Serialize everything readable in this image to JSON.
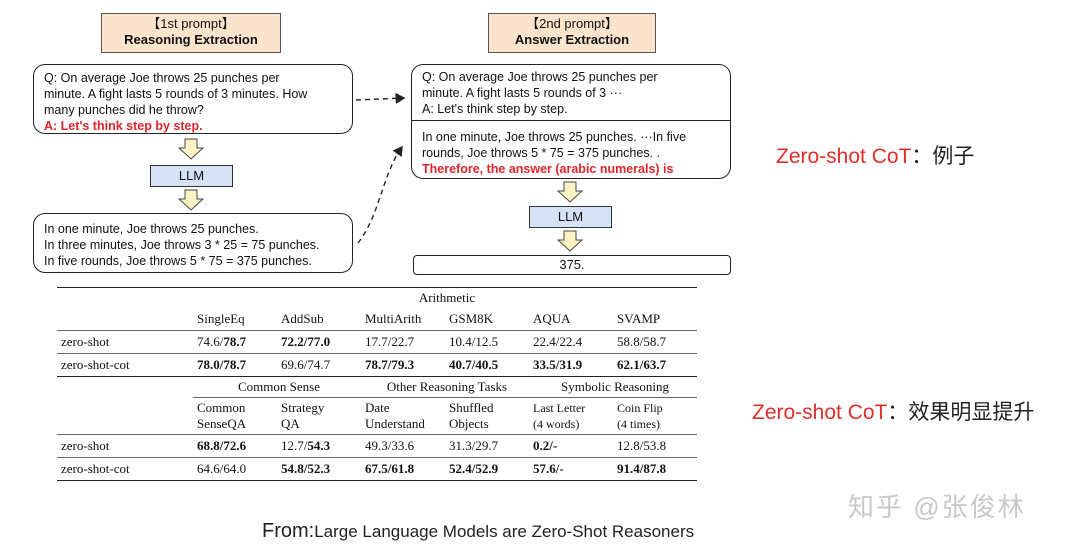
{
  "prompt1": {
    "line1": "【1st prompt】",
    "line2": "Reasoning Extraction"
  },
  "prompt2": {
    "line1": "【2nd prompt】",
    "line2": "Answer Extraction"
  },
  "q1": {
    "lines": [
      "Q: On average Joe throws 25 punches per",
      "minute.  A fight lasts 5 rounds of 3 minutes.  How",
      "many punches did he throw?"
    ],
    "cue": "A: Let's think step by step."
  },
  "llm_label": "LLM",
  "reasoning": [
    "In one minute, Joe throws 25 punches.",
    "In three minutes, Joe throws 3 * 25 = 75 punches.",
    "In five rounds, Joe throws 5 * 75 = 375 punches."
  ],
  "q2": {
    "top": [
      "Q: On average Joe throws 25 punches per",
      "minute.  A fight lasts 5 rounds of 3 ···",
      "A: Let's think step by step."
    ],
    "bottom": [
      "In one minute, Joe throws 25 punches.  ···In five",
      "rounds, Joe throws 5 * 75 = 375 punches. ."
    ],
    "cue": "Therefore, the answer (arabic numerals) is"
  },
  "answer": "375.",
  "side": {
    "label1_en": "Zero-shot CoT",
    "label1_zh": "：例子",
    "label2_en": "Zero-shot CoT",
    "label2_zh": "：效果明显提升"
  },
  "table": {
    "group1": "Arithmetic",
    "cols1": [
      "SingleEq",
      "AddSub",
      "MultiArith",
      "GSM8K",
      "AQUA",
      "SVAMP"
    ],
    "rows1": [
      {
        "name": "zero-shot",
        "cells": [
          [
            "74.6/",
            "78.7"
          ],
          [
            "",
            "72.2/77.0"
          ],
          [
            "17.7/22.7",
            ""
          ],
          [
            "10.4/12.5",
            ""
          ],
          [
            "22.4/22.4",
            ""
          ],
          [
            "58.8/58.7",
            ""
          ]
        ]
      },
      {
        "name": "zero-shot-cot",
        "cells": [
          [
            "",
            "78.0/78.7"
          ],
          [
            "69.6/74.7",
            ""
          ],
          [
            "",
            "78.7/79.3"
          ],
          [
            "",
            "40.7/40.5"
          ],
          [
            "",
            "33.5/31.9"
          ],
          [
            "",
            "62.1/63.7"
          ]
        ]
      }
    ],
    "group2": [
      "Common Sense",
      "Other Reasoning Tasks",
      "Symbolic Reasoning"
    ],
    "cols2": [
      [
        "Common",
        "SenseQA"
      ],
      [
        "Strategy",
        "QA"
      ],
      [
        "Date",
        "Understand"
      ],
      [
        "Shuffled",
        "Objects"
      ],
      [
        "Last Letter",
        "(4 words)"
      ],
      [
        "Coin Flip",
        "(4 times)"
      ]
    ],
    "rows2": [
      {
        "name": "zero-shot",
        "cells": [
          [
            "",
            "68.8/72.6"
          ],
          [
            "12.7/",
            "54.3"
          ],
          [
            "49.3/33.6",
            ""
          ],
          [
            "31.3/29.7",
            ""
          ],
          [
            "",
            "0.2/-"
          ],
          [
            "12.8/53.8",
            ""
          ]
        ]
      },
      {
        "name": "zero-shot-cot",
        "cells": [
          [
            "64.6/64.0",
            ""
          ],
          [
            "",
            "54.8/52.3"
          ],
          [
            "",
            "67.5/61.8"
          ],
          [
            "",
            "52.4/52.9"
          ],
          [
            "",
            "57.6/-"
          ],
          [
            "",
            "91.4/87.8"
          ]
        ]
      }
    ]
  },
  "footer": {
    "prefix": "From:",
    "text": "Large Language Models are Zero-Shot Reasoners"
  },
  "watermark": "知乎 @张俊林"
}
